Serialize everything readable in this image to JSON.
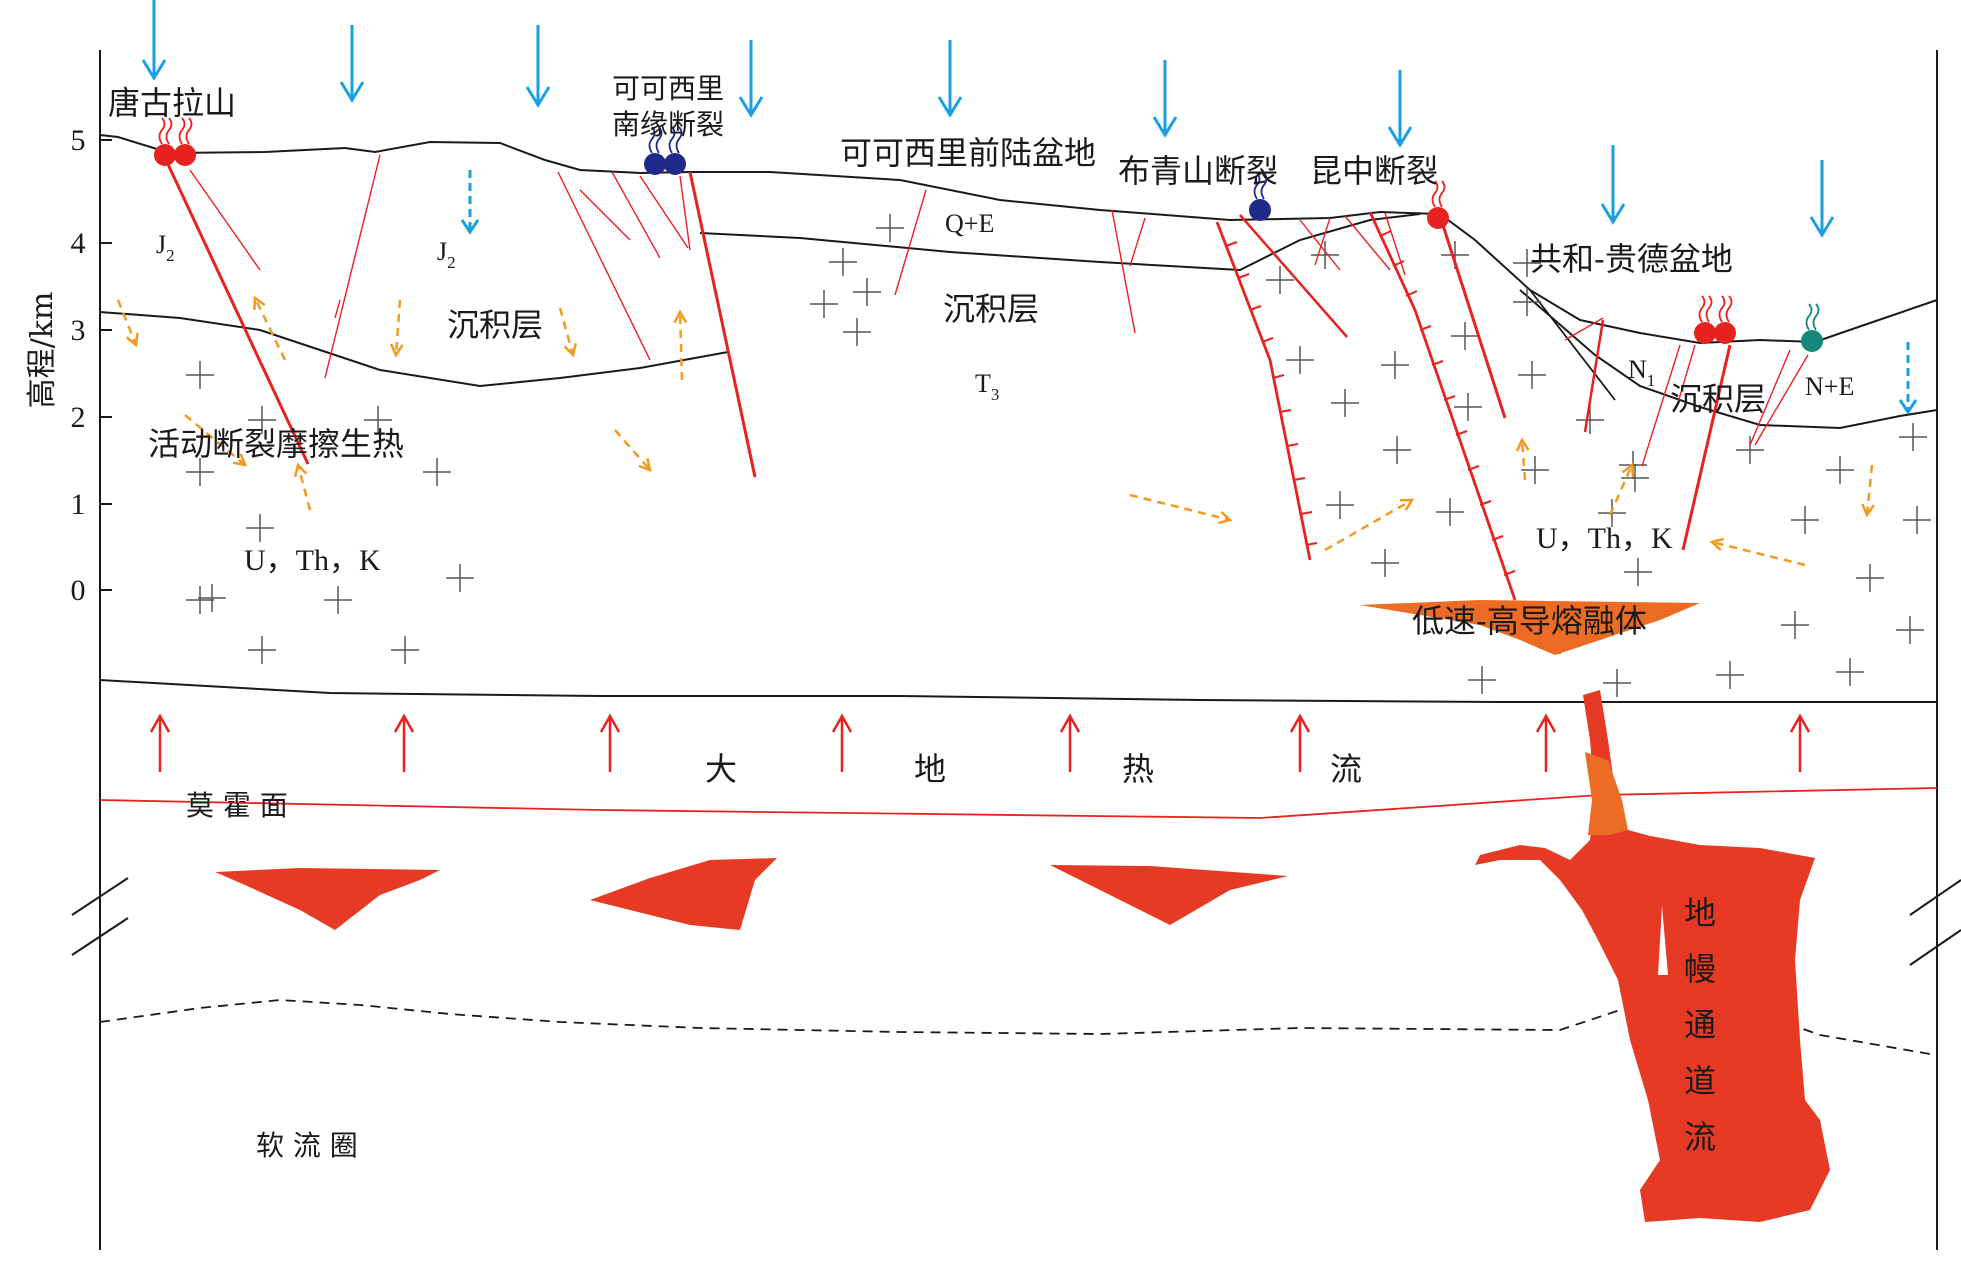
{
  "colors": {
    "fault_red": "#e8221f",
    "magma_red": "#e63a24",
    "magma_orange": "#ed6b22",
    "water_blue": "#1aa0e0",
    "heat_orange": "#f29a1f",
    "line_black": "#1a1a1a"
  },
  "y_axis": {
    "title": "高程/km",
    "ticks": [
      "5",
      "4",
      "3",
      "2",
      "1",
      "0"
    ]
  },
  "places": {
    "tanggula": "唐古拉山",
    "kekexili_fault_line1": "可可西里",
    "kekexili_fault_line2": "南缘断裂",
    "kekexili_basin": "可可西里前陆盆地",
    "buqingshan_fault": "布青山断裂",
    "kunzhong_fault": "昆中断裂",
    "gonghe_basin": "共和-贵德盆地"
  },
  "strata": {
    "j2_a": "J",
    "j2_a_sub": "2",
    "j2_b": "J",
    "j2_b_sub": "2",
    "t3": "T",
    "t3_sub": "3",
    "n1": "N",
    "n1_sub": "1",
    "qe": "Q+E",
    "ne": "N+E",
    "sed_1": "沉积层",
    "sed_2": "沉积层",
    "sed_3": "沉积层"
  },
  "annotations": {
    "friction_heat": "活动断裂摩擦生热",
    "elements_left": "U，Th，K",
    "elements_right": "U，Th，K",
    "melt_body": "低速-高导熔融体",
    "moho": "莫 霍 面",
    "asthenosphere": "软 流 圈",
    "terrestrial_heat_flow": [
      "大",
      "地",
      "热",
      "流"
    ],
    "mantle_channel": [
      "地",
      "幔",
      "通",
      "道",
      "流"
    ]
  },
  "icons": [
    "water-infiltration-arrow-icon",
    "hot-spring-icon",
    "cold-spring-icon",
    "heat-flow-arrow-icon",
    "granite-cross-icon"
  ]
}
